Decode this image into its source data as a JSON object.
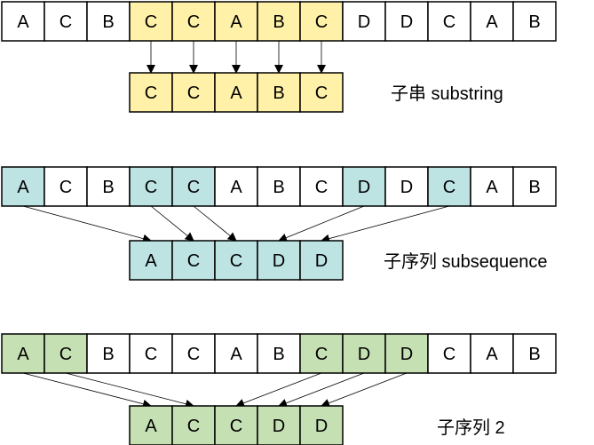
{
  "colors": {
    "yellow": "#fff2a8",
    "teal": "#bde3e3",
    "green": "#c5e0b3",
    "plain": "#ffffff"
  },
  "panels": [
    {
      "name": "substring",
      "label": "子串  substring",
      "color": "yellow",
      "source": [
        "A",
        "C",
        "B",
        "C",
        "C",
        "A",
        "B",
        "C",
        "D",
        "D",
        "C",
        "A",
        "B"
      ],
      "highlighted": [
        3,
        4,
        5,
        6,
        7
      ],
      "target": [
        "C",
        "C",
        "A",
        "B",
        "C"
      ],
      "arrows": [
        [
          3,
          0
        ],
        [
          4,
          1
        ],
        [
          5,
          2
        ],
        [
          6,
          3
        ],
        [
          7,
          4
        ]
      ]
    },
    {
      "name": "subsequence",
      "label": "子序列  subsequence",
      "color": "teal",
      "source": [
        "A",
        "C",
        "B",
        "C",
        "C",
        "A",
        "B",
        "C",
        "D",
        "D",
        "C",
        "A",
        "B"
      ],
      "highlighted": [
        0,
        3,
        4,
        8,
        10
      ],
      "target": [
        "A",
        "C",
        "C",
        "D",
        "D"
      ],
      "arrows": [
        [
          0,
          0
        ],
        [
          3,
          1
        ],
        [
          4,
          2
        ],
        [
          8,
          3
        ],
        [
          10,
          4
        ]
      ]
    },
    {
      "name": "subsequence-2",
      "label": "子序列 2",
      "color": "green",
      "source": [
        "A",
        "C",
        "B",
        "C",
        "C",
        "A",
        "B",
        "C",
        "D",
        "D",
        "C",
        "A",
        "B"
      ],
      "highlighted": [
        0,
        1,
        7,
        8,
        9
      ],
      "target": [
        "A",
        "C",
        "C",
        "D",
        "D"
      ],
      "arrows": [
        [
          0,
          0
        ],
        [
          1,
          1
        ],
        [
          7,
          2
        ],
        [
          8,
          3
        ],
        [
          9,
          4
        ]
      ]
    }
  ]
}
